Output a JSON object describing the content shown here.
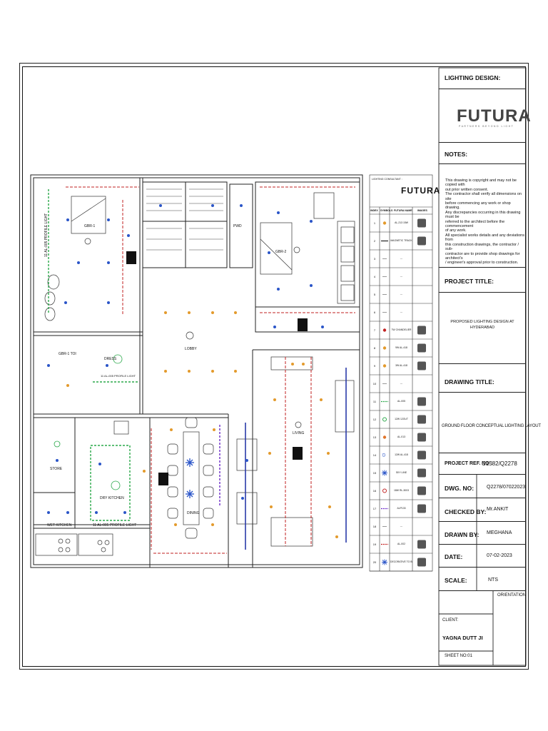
{
  "sheet": {
    "title_block": {
      "lighting_design_label": "LIGHTING DESIGN:",
      "logo_text": "FUTURA",
      "logo_tagline": "PARTNERS BEYOND LIGHT",
      "notes_label": "NOTES:",
      "notes": [
        "This drawing is copyright and may not be copied with",
        "out prior written consent.",
        "The contractor shall verify all dimensions on site",
        "before commencing any work or shop drawing.",
        "Any discrepancies occurring in this drawing must be",
        "referred to the architect before the commencement",
        "of any work.",
        "All specialist works details and any deviations from",
        "this construction drawings, the contractor / sub-",
        "contractor are to provide shop drawings for architect's",
        "/ engineer's approval prior to construction."
      ],
      "project_title_label": "PROJECT TITLE:",
      "project_title_line1": "PROPOSED LIGHTING DESIGN AT",
      "project_title_line2": "HYDERABAD",
      "drawing_title_label": "DRAWING TITLE:",
      "drawing_title": "GROUND FLOOR CONCEPTUAL LIGHTING LAYOUT",
      "project_ref_label": "PROJECT REF. NO :",
      "project_ref": "C1582/Q2278",
      "dwg_no_label": "DWG. NO:",
      "dwg_no": "Q2278/07022023",
      "checked_by_label": "CHECKED BY:",
      "checked_by": "Mr.ANKIT",
      "drawn_by_label": "DRAWN BY:",
      "drawn_by": "MEGHANA",
      "date_label": "DATE:",
      "date": "07-02-2023",
      "scale_label": "SCALE:",
      "scale": "NTS",
      "orientation_label": "ORIENTATION",
      "client_label": "CLIENT:",
      "client": "YAGNA DUTT JI",
      "sheet_no": "SHEET NO:01"
    },
    "legend": {
      "header_left": "LIGHTING CONSULTANT :",
      "brand": "FUTURA",
      "col_sno": "INDEX",
      "col_symbol": "SYMBOLS",
      "col_name": "FUTURA NAME",
      "col_image": "IMAGES",
      "rows": [
        {
          "no": "1",
          "name": "AL-213 15W",
          "color": "#e39a2c",
          "symbol": "spot"
        },
        {
          "no": "2",
          "name": "MAGNETIC TRACK",
          "color": "#222222",
          "symbol": "track"
        },
        {
          "no": "3",
          "name": "---",
          "color": "#333333",
          "symbol": "none"
        },
        {
          "no": "4",
          "name": "---",
          "color": "#333333",
          "symbol": "none"
        },
        {
          "no": "5",
          "name": "---",
          "color": "#333333",
          "symbol": "none"
        },
        {
          "no": "6",
          "name": "---",
          "color": "#333333",
          "symbol": "none"
        },
        {
          "no": "7",
          "name": "7W CHANDELIER",
          "color": "#c22222",
          "symbol": "red"
        },
        {
          "no": "8",
          "name": "9W AL-418",
          "color": "#e39a2c",
          "symbol": "spot"
        },
        {
          "no": "9",
          "name": "3W AL-418",
          "color": "#e39a2c",
          "symbol": "spot"
        },
        {
          "no": "10",
          "name": "---",
          "color": "#333333",
          "symbol": "none"
        },
        {
          "no": "11",
          "name": "AL-005",
          "color": "#2aa84a",
          "symbol": "strip"
        },
        {
          "no": "12",
          "name": "12W 12OUT",
          "color": "#2aa84a",
          "symbol": "circle"
        },
        {
          "no": "13",
          "name": "AL-013",
          "color": "#e0742a",
          "symbol": "spot"
        },
        {
          "no": "14",
          "name": "12W AL-418",
          "color": "#2a55c8",
          "symbol": "D"
        },
        {
          "no": "15",
          "name": "SKY LINE",
          "color": "#2a55c8",
          "symbol": "cross"
        },
        {
          "no": "16",
          "name": "18W RL-3003",
          "color": "#c22222",
          "symbol": "circle"
        },
        {
          "no": "17",
          "name": "ALP133",
          "color": "#6b2ac8",
          "symbol": "dash"
        },
        {
          "no": "18",
          "name": "---",
          "color": "#333333",
          "symbol": "none"
        },
        {
          "no": "19",
          "name": "AL-002",
          "color": "#c22222",
          "symbol": "reddash"
        },
        {
          "no": "20",
          "name": "DECORATIVE TO BE SELECTED",
          "color": "#2a55c8",
          "symbol": "star"
        }
      ]
    },
    "rooms": {
      "gbr1": "GBR-1",
      "gbr2": "GBR-2",
      "pwd": "PWD",
      "lobby": "LOBBY",
      "gbr1_toi": "GBR-1 TOI",
      "dress": "DRESS",
      "profile_light_v": "11 AL-005 PROFILE LIGHT",
      "profile_light_dress": "11 AL-005 PROFILE LIGHT",
      "profile_light_kitchen": "11 AL-005 PROFILE LIGHT",
      "store": "STORE",
      "dry_kitchen": "DRY KITCHEN",
      "wet_kitchen": "WET KITCHEN",
      "dining": "DINING",
      "living": "LIVING"
    },
    "colors": {
      "orange": "#e39a2c",
      "blue": "#2a55c8",
      "green": "#2aa84a",
      "red": "#c22222",
      "purple": "#6b2ac8",
      "line": "#222222"
    }
  }
}
